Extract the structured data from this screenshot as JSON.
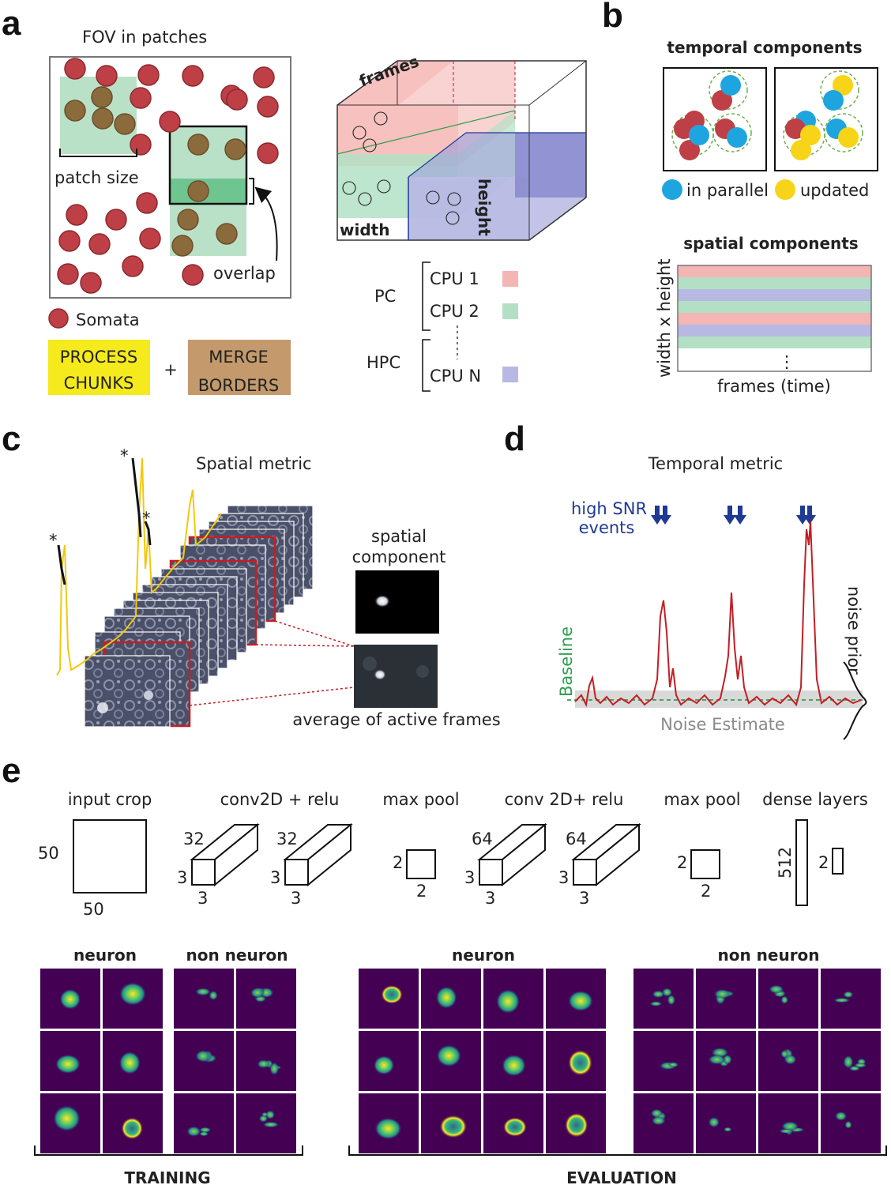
{
  "panels": {
    "a": "a",
    "b": "b",
    "c": "c",
    "d": "d",
    "e": "e"
  },
  "panel_a": {
    "fov_title": "FOV in patches",
    "patch_size": "patch size",
    "overlap": "overlap",
    "somata": "Somata",
    "process_line1": "PROCESS",
    "process_line2": "CHUNKS",
    "plus": "+",
    "merge_line1": "MERGE",
    "merge_line2": "BORDERS",
    "frames": "frames",
    "width": "width",
    "height": "height",
    "pc": "PC",
    "hpc": "HPC",
    "cpu1": "CPU 1",
    "cpu2": "CPU 2",
    "cpun": "CPU N",
    "colors": {
      "cpu1": "#f4b6b4",
      "cpu2": "#b3e0c4",
      "cpun": "#b7b9e3",
      "process": "#f5ea1c",
      "merge": "#c49a6c",
      "soma": "#bf3f46"
    }
  },
  "panel_b": {
    "temporal_title": "temporal components",
    "in_parallel": "in parallel",
    "updated": "updated",
    "spatial_title": "spatial components",
    "y_label": "width x height",
    "x_label": "frames (time)",
    "ellipsis": "⋮",
    "colors": {
      "parallel": "#1ea5e0",
      "updated": "#f7d417"
    }
  },
  "panel_c": {
    "title": "Spatial metric",
    "spatial_line1": "spatial",
    "spatial_line2": "component",
    "avg_active": "average of active frames",
    "star": "*"
  },
  "panel_d": {
    "title": "Temporal metric",
    "high_snr_line1": "high SNR",
    "high_snr_line2": "events",
    "baseline": "Baseline",
    "noise_estimate": "Noise Estimate",
    "noise_prior": "noise prior",
    "colors": {
      "trace": "#c41e24",
      "baseline": "#2e9e4e",
      "arrow": "#1f3a93"
    }
  },
  "panel_e": {
    "layers": [
      {
        "title": "input crop",
        "dims": [
          "50",
          "50"
        ]
      },
      {
        "title": "conv2D + relu",
        "dims": [
          "32",
          "3",
          "3"
        ]
      },
      {
        "title": "max pool",
        "dims": [
          "2",
          "2"
        ]
      },
      {
        "title": "conv 2D+ relu",
        "dims": [
          "64",
          "3",
          "3"
        ]
      },
      {
        "title": "max pool",
        "dims": [
          "2",
          "2"
        ]
      },
      {
        "title": "dense layers",
        "dims": [
          "512",
          "2"
        ]
      }
    ],
    "training_neuron": "neuron",
    "training_non_neuron": "non neuron",
    "eval_neuron": "neuron",
    "eval_non_neuron": "non neuron",
    "training": "TRAINING",
    "evaluation": "EVALUATION",
    "colors": {
      "tile_bg": "#440154",
      "tile_mid": "#21918c",
      "tile_hot": "#fde725"
    }
  }
}
